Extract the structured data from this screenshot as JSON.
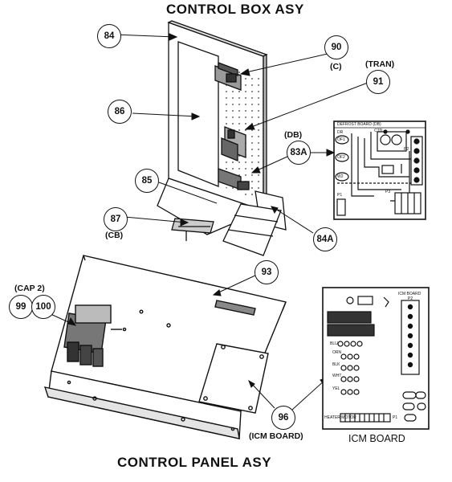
{
  "titles": {
    "control_box": "CONTROL BOX ASY",
    "control_panel": "CONTROL PANEL ASY"
  },
  "callouts": {
    "c84": "84",
    "c86": "86",
    "c85": "85",
    "c87": "87",
    "c90": "90",
    "c91": "91",
    "c83a": "83A",
    "c84a": "84A",
    "c93": "93",
    "c99": "99",
    "c100": "100",
    "c96": "96"
  },
  "tags": {
    "c": "(C)",
    "tran": "(TRAN)",
    "db": "(DB)",
    "cb": "(CB)",
    "cap2": "(CAP 2)",
    "icm_board_tag": "(ICM BOARD)"
  },
  "defrost_board": {
    "header": "DEFROST BOARD (DB)",
    "dr": "DR",
    "ctd": "CTD",
    "p1": "P1",
    "p2": "P2",
    "p3": "P3",
    "t1": "OF1",
    "t2": "OF2",
    "w2": "W2"
  },
  "icm_board": {
    "caption": "ICM BOARD",
    "header": "ICM BOARD",
    "header_p2": "P2",
    "heat_motor": "HEATER MOTOR",
    "p1": "P1",
    "blu": "BLU",
    "orn": "ORN",
    "blk": "BLK",
    "wht": "WHT",
    "yel": "YEL"
  }
}
